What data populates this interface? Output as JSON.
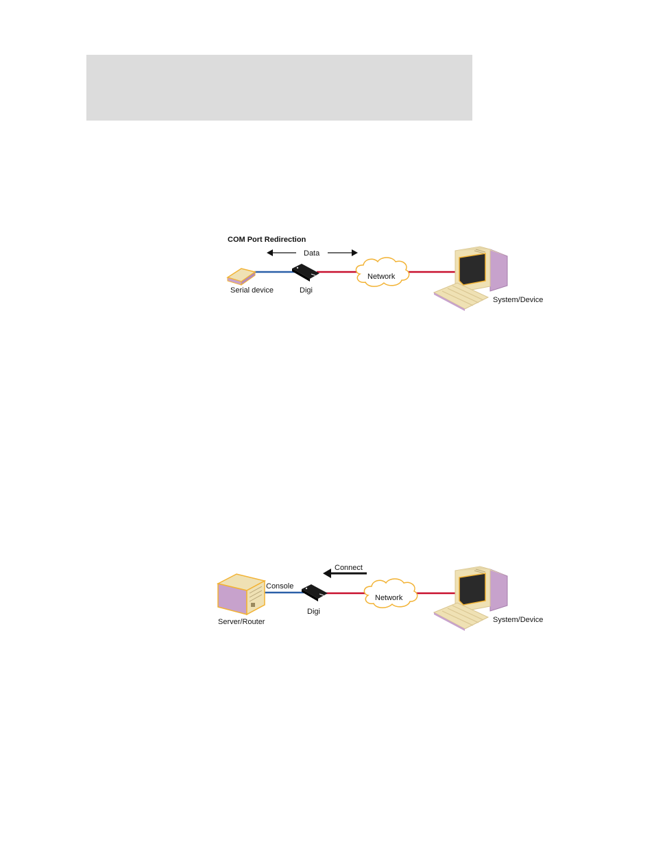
{
  "header": {},
  "diagram1": {
    "title": "COM Port Redirection",
    "data_label": "Data",
    "serial_label": "Serial device",
    "digi_label": "Digi",
    "network_label": "Network",
    "system_label": "System/Device"
  },
  "diagram2": {
    "connect_label": "Connect",
    "console_label": "Console",
    "server_label": "Server/Router",
    "digi_label": "Digi",
    "network_label": "Network",
    "system_label": "System/Device"
  },
  "colors": {
    "serial_link": "#2a5fa8",
    "network_link": "#c8102e",
    "beige": "#efe1b4",
    "purple": "#c7a2cc",
    "orange_outline": "#f2b233"
  }
}
